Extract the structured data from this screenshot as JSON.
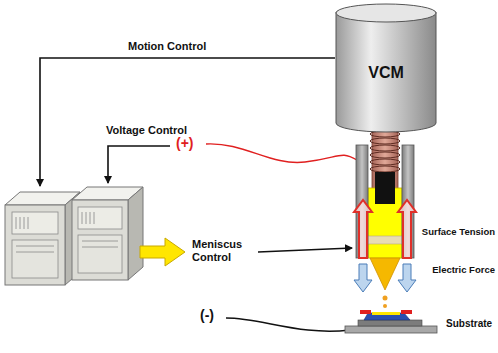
{
  "diagram": {
    "nodes": [
      {
        "text": [
          "VCM"
        ]
      }
    ],
    "labels": [
      "Motion Control",
      "Voltage Control",
      "(+)",
      "Meniscus Control",
      "Surface Tension",
      "Electric Force",
      "(-)",
      "Substrate"
    ]
  }
}
